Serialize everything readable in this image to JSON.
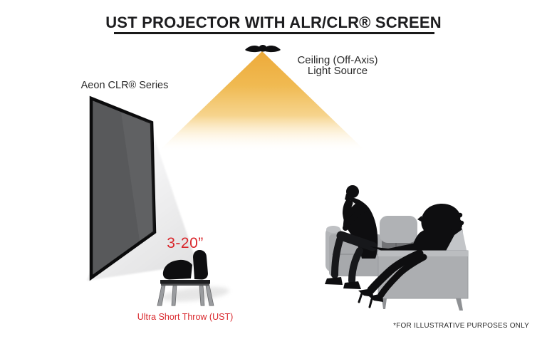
{
  "title": "UST PROJECTOR WITH ALR/CLR® SCREEN",
  "annotations": {
    "light_source": {
      "line1": "Ceiling (Off-Axis)",
      "line2": "Light Source"
    },
    "screen_label": "Aeon CLR® Series",
    "throw_distance": "3-20”",
    "projector_label": "Ultra Short Throw (UST)",
    "footnote": "*FOR ILLUSTRATIVE PURPOSES ONLY"
  },
  "illustration_parts": {
    "ceiling_light_icon": "recessed ceiling downlight silhouette",
    "light_cone": "off-axis ceiling light cone",
    "projection_screen": "Aeon CLR ALR/CLR screen in perspective",
    "projector_beam": "ultra-short-throw projection beam",
    "ust_projector": "UST projector silhouette",
    "projector_stand": "small four-leg table",
    "armchair": "gray armchair",
    "sofa": "gray sofa",
    "man_silhouette": "seated man, hand on chin",
    "woman_silhouette": "seated woman, legs crossed"
  },
  "colors": {
    "accent_red": "#d9262b",
    "cone_gold_top": "#edaa3a",
    "screen_gray": "#58595b",
    "screen_border": "#0b0b0c",
    "beam_gray": "#e3e3e4",
    "sofa_gray": "#a7a9ac",
    "sofa_panel_gray": "#acaeb1",
    "cushion_light_gray": "#b3b5b8",
    "seat_dark_gray": "#727376",
    "leg_gray": "#9a9c9f",
    "silhouette_black": "#0e0e10",
    "text_black": "#2b2b2b"
  }
}
